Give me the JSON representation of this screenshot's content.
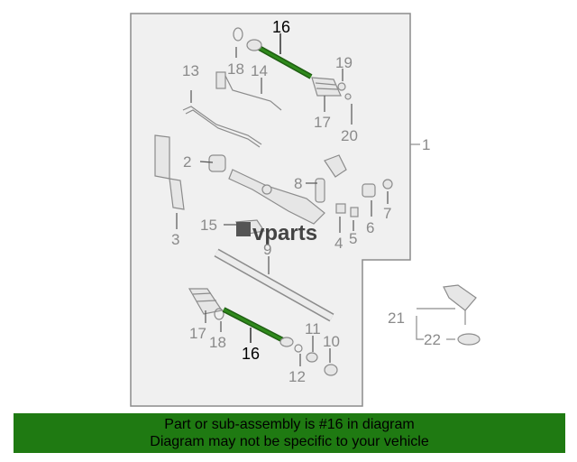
{
  "callouts": {
    "c1": "1",
    "c2": "2",
    "c3": "3",
    "c4": "4",
    "c5": "5",
    "c6": "6",
    "c7": "7",
    "c8": "8",
    "c9": "9",
    "c10": "10",
    "c11": "11",
    "c12": "12",
    "c13": "13",
    "c14": "14",
    "c15": "15",
    "c16_top": "16",
    "c16_bottom": "16",
    "c17_top": "17",
    "c17_bottom": "17",
    "c18_top": "18",
    "c18_bottom": "18",
    "c19": "19",
    "c20": "20",
    "c21": "21",
    "c22": "22"
  },
  "watermark": "vparts",
  "colors": {
    "highlight": "#1f7a12",
    "part_stroke": "#8c8c8c",
    "banner": "#1f7a12"
  },
  "banner": {
    "line1": "Part or sub-assembly is #16 in diagram",
    "line2": "Diagram may not be specific to your vehicle"
  }
}
